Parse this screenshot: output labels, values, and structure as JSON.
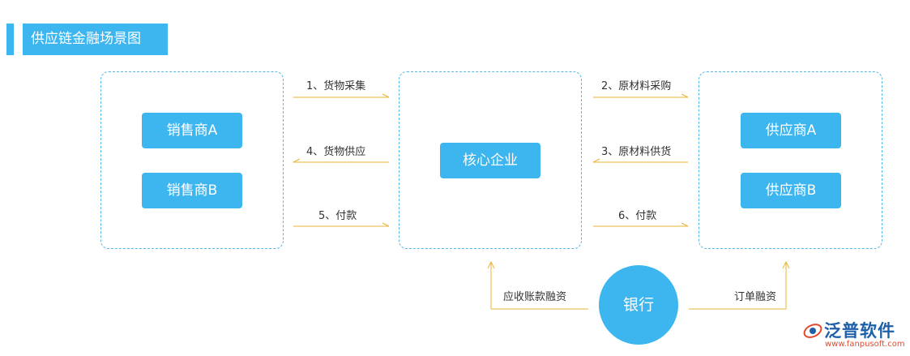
{
  "title": "供应链金融场景图",
  "nodes": {
    "seller_a": "销售商A",
    "seller_b": "销售商B",
    "core": "核心企业",
    "supplier_a": "供应商A",
    "supplier_b": "供应商B",
    "bank": "银行"
  },
  "flows": {
    "f1": "1、货物采集",
    "f2": "2、原材料采购",
    "f3": "3、原材料供货",
    "f4": "4、货物供应",
    "f5": "5、付款",
    "f6": "6、付款",
    "receivable_financing": "应收账款融资",
    "order_financing": "订单融资"
  },
  "logo": {
    "name": "泛普软件",
    "url": "www.fanpusoft.com"
  },
  "colors": {
    "node": "#3db6ef",
    "arrow": "#e8b436",
    "group_border": "#56b6e6"
  }
}
